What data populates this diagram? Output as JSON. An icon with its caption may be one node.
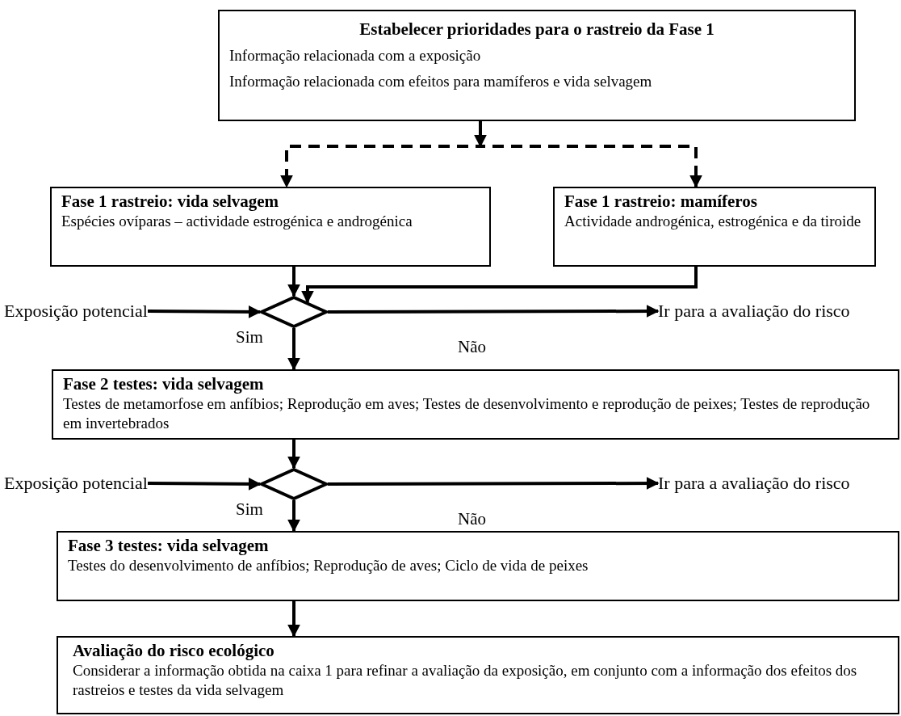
{
  "diagram": {
    "nodes": [
      {
        "text": [
          "Estabelecer prioridades para o rastreio da Fase 1",
          "Informação relacionada com a exposição",
          "Informação relacionada com efeitos para mamíferos e vida selvagem"
        ]
      },
      {
        "text": [
          "Fase 1 rastreio: vida selvagem",
          "Espécies ovíparas – actividade estrogénica e androgénica"
        ]
      },
      {
        "text": [
          "Fase 1 rastreio: mamíferos",
          "Actividade androgénica, estrogénica e da tiroide"
        ]
      },
      {
        "text": [
          "Exposição potencial"
        ]
      },
      {
        "text": [],
        "shape": "diamond"
      },
      {
        "text": [
          "Ir para a avaliação do risco"
        ]
      },
      {
        "text": [
          "Fase 2 testes: vida selvagem",
          "Testes de metamorfose em anfíbios; Reprodução em aves; Testes de desenvolvimento e reprodução de peixes; Testes de reprodução em invertebrados"
        ]
      },
      {
        "text": [
          "Exposição potencial"
        ]
      },
      {
        "text": [],
        "shape": "diamond"
      },
      {
        "text": [
          "Ir para a avaliação do risco"
        ]
      },
      {
        "text": [
          "Fase 3 testes: vida selvagem",
          "Testes do desenvolvimento de anfíbios; Reprodução de aves; Ciclo de vida de peixes"
        ]
      },
      {
        "text": [
          "Avaliação do risco ecológico",
          "Considerar a informação obtida na caixa 1 para refinar a avaliação da exposição, em conjunto com a informação dos efeitos dos rastreios e testes da vida selvagem"
        ]
      }
    ],
    "edges": [
      {
        "from": 0,
        "to": 1,
        "arrow": "to",
        "style": "dashed"
      },
      {
        "from": 0,
        "to": 2,
        "arrow": "to",
        "style": "dashed"
      },
      {
        "from": 1,
        "to": 4,
        "arrow": "to"
      },
      {
        "from": 2,
        "to": 4,
        "arrow": "to"
      },
      {
        "from": 3,
        "to": 4,
        "arrow": "to"
      },
      {
        "from": 4,
        "to": 5,
        "arrow": "to",
        "label": "Não"
      },
      {
        "from": 4,
        "to": 6,
        "arrow": "to",
        "label": "Sim"
      },
      {
        "from": 6,
        "to": 8,
        "arrow": "to"
      },
      {
        "from": 7,
        "to": 8,
        "arrow": "to"
      },
      {
        "from": 8,
        "to": 9,
        "arrow": "to",
        "label": "Não"
      },
      {
        "from": 8,
        "to": 10,
        "arrow": "to",
        "label": "Sim"
      },
      {
        "from": 10,
        "to": 11,
        "arrow": "to"
      }
    ]
  }
}
